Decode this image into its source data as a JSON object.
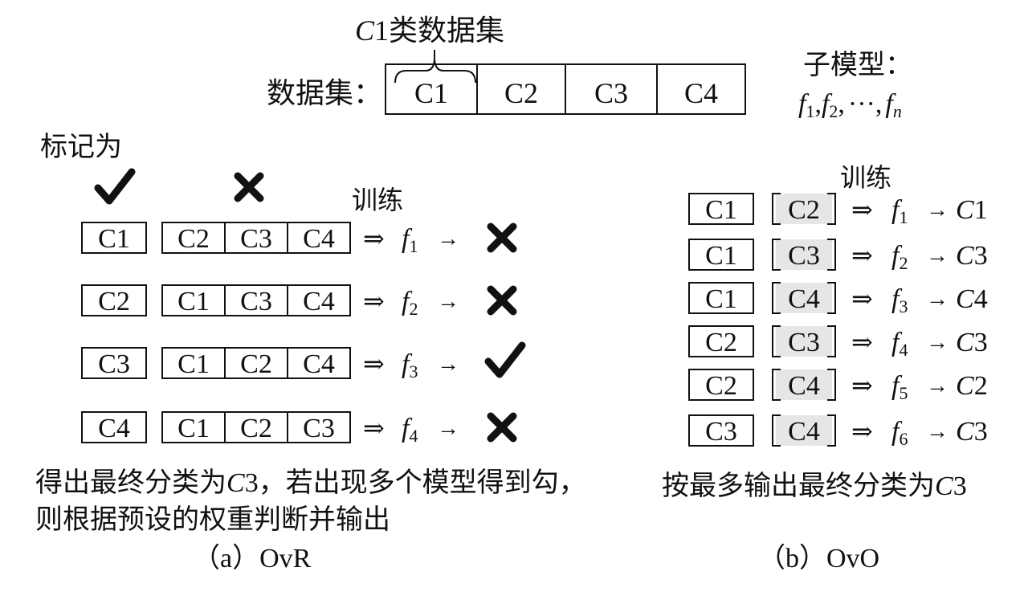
{
  "top": {
    "brace_label_var": "C",
    "brace_label_rest": "1类数据集",
    "dataset_label": "数据集：",
    "classes": [
      "C1",
      "C2",
      "C3",
      "C4"
    ],
    "submodel_title": "子模型：",
    "submodels": [
      {
        "var": "f",
        "sub": "1",
        "sep": ","
      },
      {
        "var": "f",
        "sub": "2",
        "sep": ","
      },
      {
        "text": "···,"
      },
      {
        "var": "f",
        "sub": "n",
        "sep": ""
      }
    ]
  },
  "ovr": {
    "mark_label": "标记为",
    "mark_pos": "check",
    "mark_neg": "cross",
    "train_label": "训练",
    "arrow_implies": "⇒",
    "arrow_right": "→",
    "rows": [
      {
        "pos": "C1",
        "neg": [
          "C2",
          "C3",
          "C4"
        ],
        "model": "f",
        "sub": "1",
        "result": "cross"
      },
      {
        "pos": "C2",
        "neg": [
          "C1",
          "C3",
          "C4"
        ],
        "model": "f",
        "sub": "2",
        "result": "cross"
      },
      {
        "pos": "C3",
        "neg": [
          "C1",
          "C2",
          "C4"
        ],
        "model": "f",
        "sub": "3",
        "result": "check"
      },
      {
        "pos": "C4",
        "neg": [
          "C1",
          "C2",
          "C3"
        ],
        "model": "f",
        "sub": "4",
        "result": "cross"
      }
    ],
    "conclusion_line1_pre": "得出最终分类为",
    "conclusion_line1_var": "C",
    "conclusion_line1_post": "3，若出现多个模型得到勾，",
    "conclusion_line2": "则根据预设的权重判断并输出",
    "caption": "（a）OvR"
  },
  "ovo": {
    "train_label": "训练",
    "arrow_implies": "⇒",
    "arrow_right": "→",
    "rows": [
      {
        "a": "C1",
        "b": "C2",
        "model": "f",
        "sub": "1",
        "out_var": "C",
        "out_num": "1"
      },
      {
        "a": "C1",
        "b": "C3",
        "model": "f",
        "sub": "2",
        "out_var": "C",
        "out_num": "3"
      },
      {
        "a": "C1",
        "b": "C4",
        "model": "f",
        "sub": "3",
        "out_var": "C",
        "out_num": "4"
      },
      {
        "a": "C2",
        "b": "C3",
        "model": "f",
        "sub": "4",
        "out_var": "C",
        "out_num": "3"
      },
      {
        "a": "C2",
        "b": "C4",
        "model": "f",
        "sub": "5",
        "out_var": "C",
        "out_num": "2"
      },
      {
        "a": "C3",
        "b": "C4",
        "model": "f",
        "sub": "6",
        "out_var": "C",
        "out_num": "3"
      }
    ],
    "conclusion_pre": "按最多输出最终分类为",
    "conclusion_var": "C",
    "conclusion_post": "3",
    "caption": "（b）OvO"
  },
  "colors": {
    "ink": "#111111",
    "shaded_box": "#e6e6e6",
    "background": "#ffffff"
  }
}
